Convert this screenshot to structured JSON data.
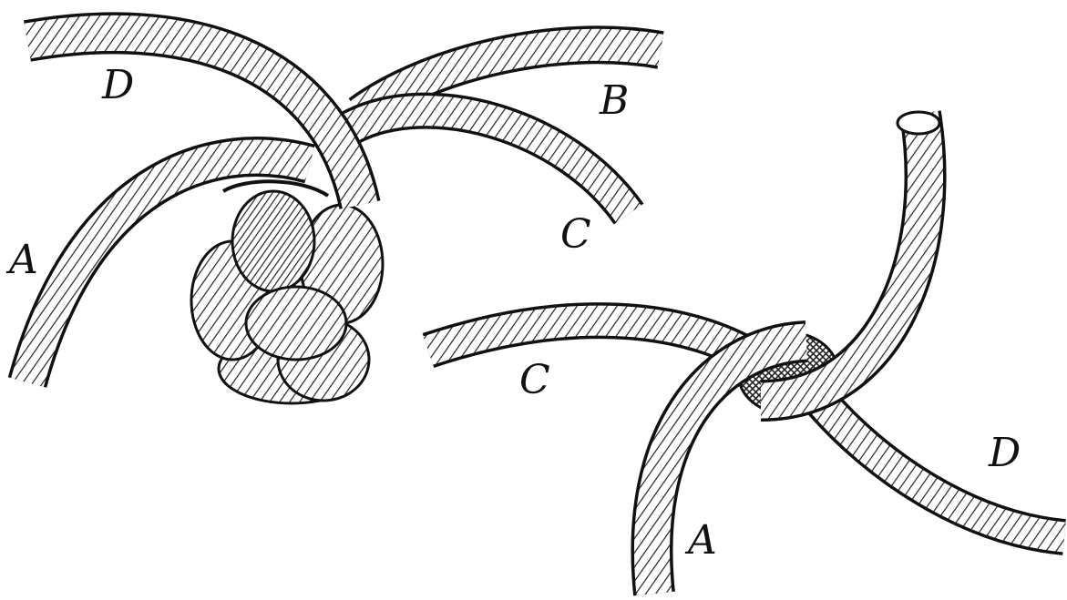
{
  "figure": {
    "left_knot": {
      "labels": {
        "a": "A",
        "b": "B",
        "c": "C",
        "d": "D"
      }
    },
    "right_knot": {
      "labels": {
        "a": "A",
        "c": "C",
        "d": "D"
      }
    },
    "colors": {
      "ink": "#111111",
      "paper": "#ffffff",
      "hatch": "#222222"
    }
  }
}
